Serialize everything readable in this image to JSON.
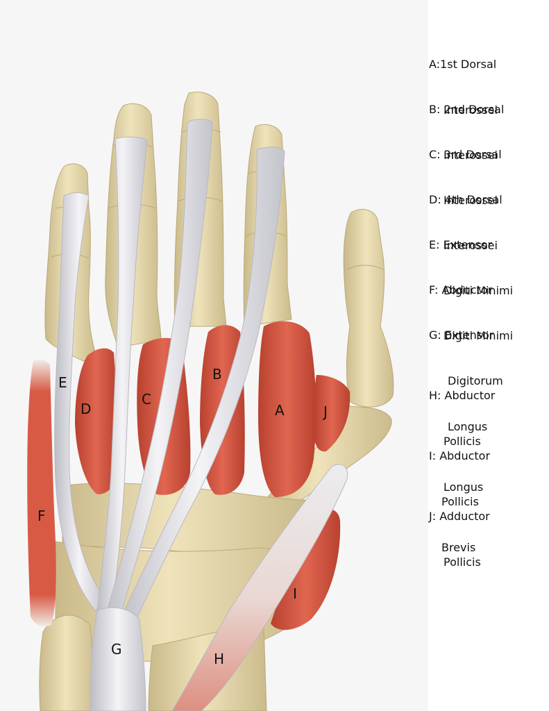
{
  "colors": {
    "bone": "#e7d9ac",
    "bone_shadow": "#c9b98a",
    "muscle": "#d85a45",
    "muscle_dark": "#b8412f",
    "tendon": "#e6e6ea",
    "tendon_edge": "#bcbcc4",
    "background": "#f6f6f6",
    "legend_background": "#ffffff"
  },
  "markers": {
    "a": "A",
    "b": "B",
    "c": "C",
    "d": "D",
    "e": "E",
    "f": "F",
    "g": "G",
    "h": "H",
    "i": "I",
    "j": "J"
  },
  "legend": [
    {
      "line1": "A:1st Dorsal",
      "line2": "Interossei",
      "line3": ""
    },
    {
      "line1": "B: 2nd Dorsal",
      "line2": "Interossei",
      "line3": ""
    },
    {
      "line1": "C: 3rd Dorsal",
      "line2": "Interossei",
      "line3": ""
    },
    {
      "line1": "D: 4th Dorsal",
      "line2": "Interossei",
      "line3": ""
    },
    {
      "line1": "E: Extensor",
      "line2": "Digiti Minimi",
      "line3": ""
    },
    {
      "line1": "F: Abductor",
      "line2": "Digiti Minimi",
      "line3": ""
    },
    {
      "line1": "G: Extensor",
      "line2": "Digitorum",
      "line3": "Longus"
    },
    {
      "line1": "H: Abductor",
      "line2": "Pollicis",
      "line3": "Longus"
    },
    {
      "line1": "I: Abductor",
      "line2": "Pollicis",
      "line3": "Brevis"
    },
    {
      "line1": "J: Adductor",
      "line2": "Pollicis",
      "line3": ""
    }
  ]
}
